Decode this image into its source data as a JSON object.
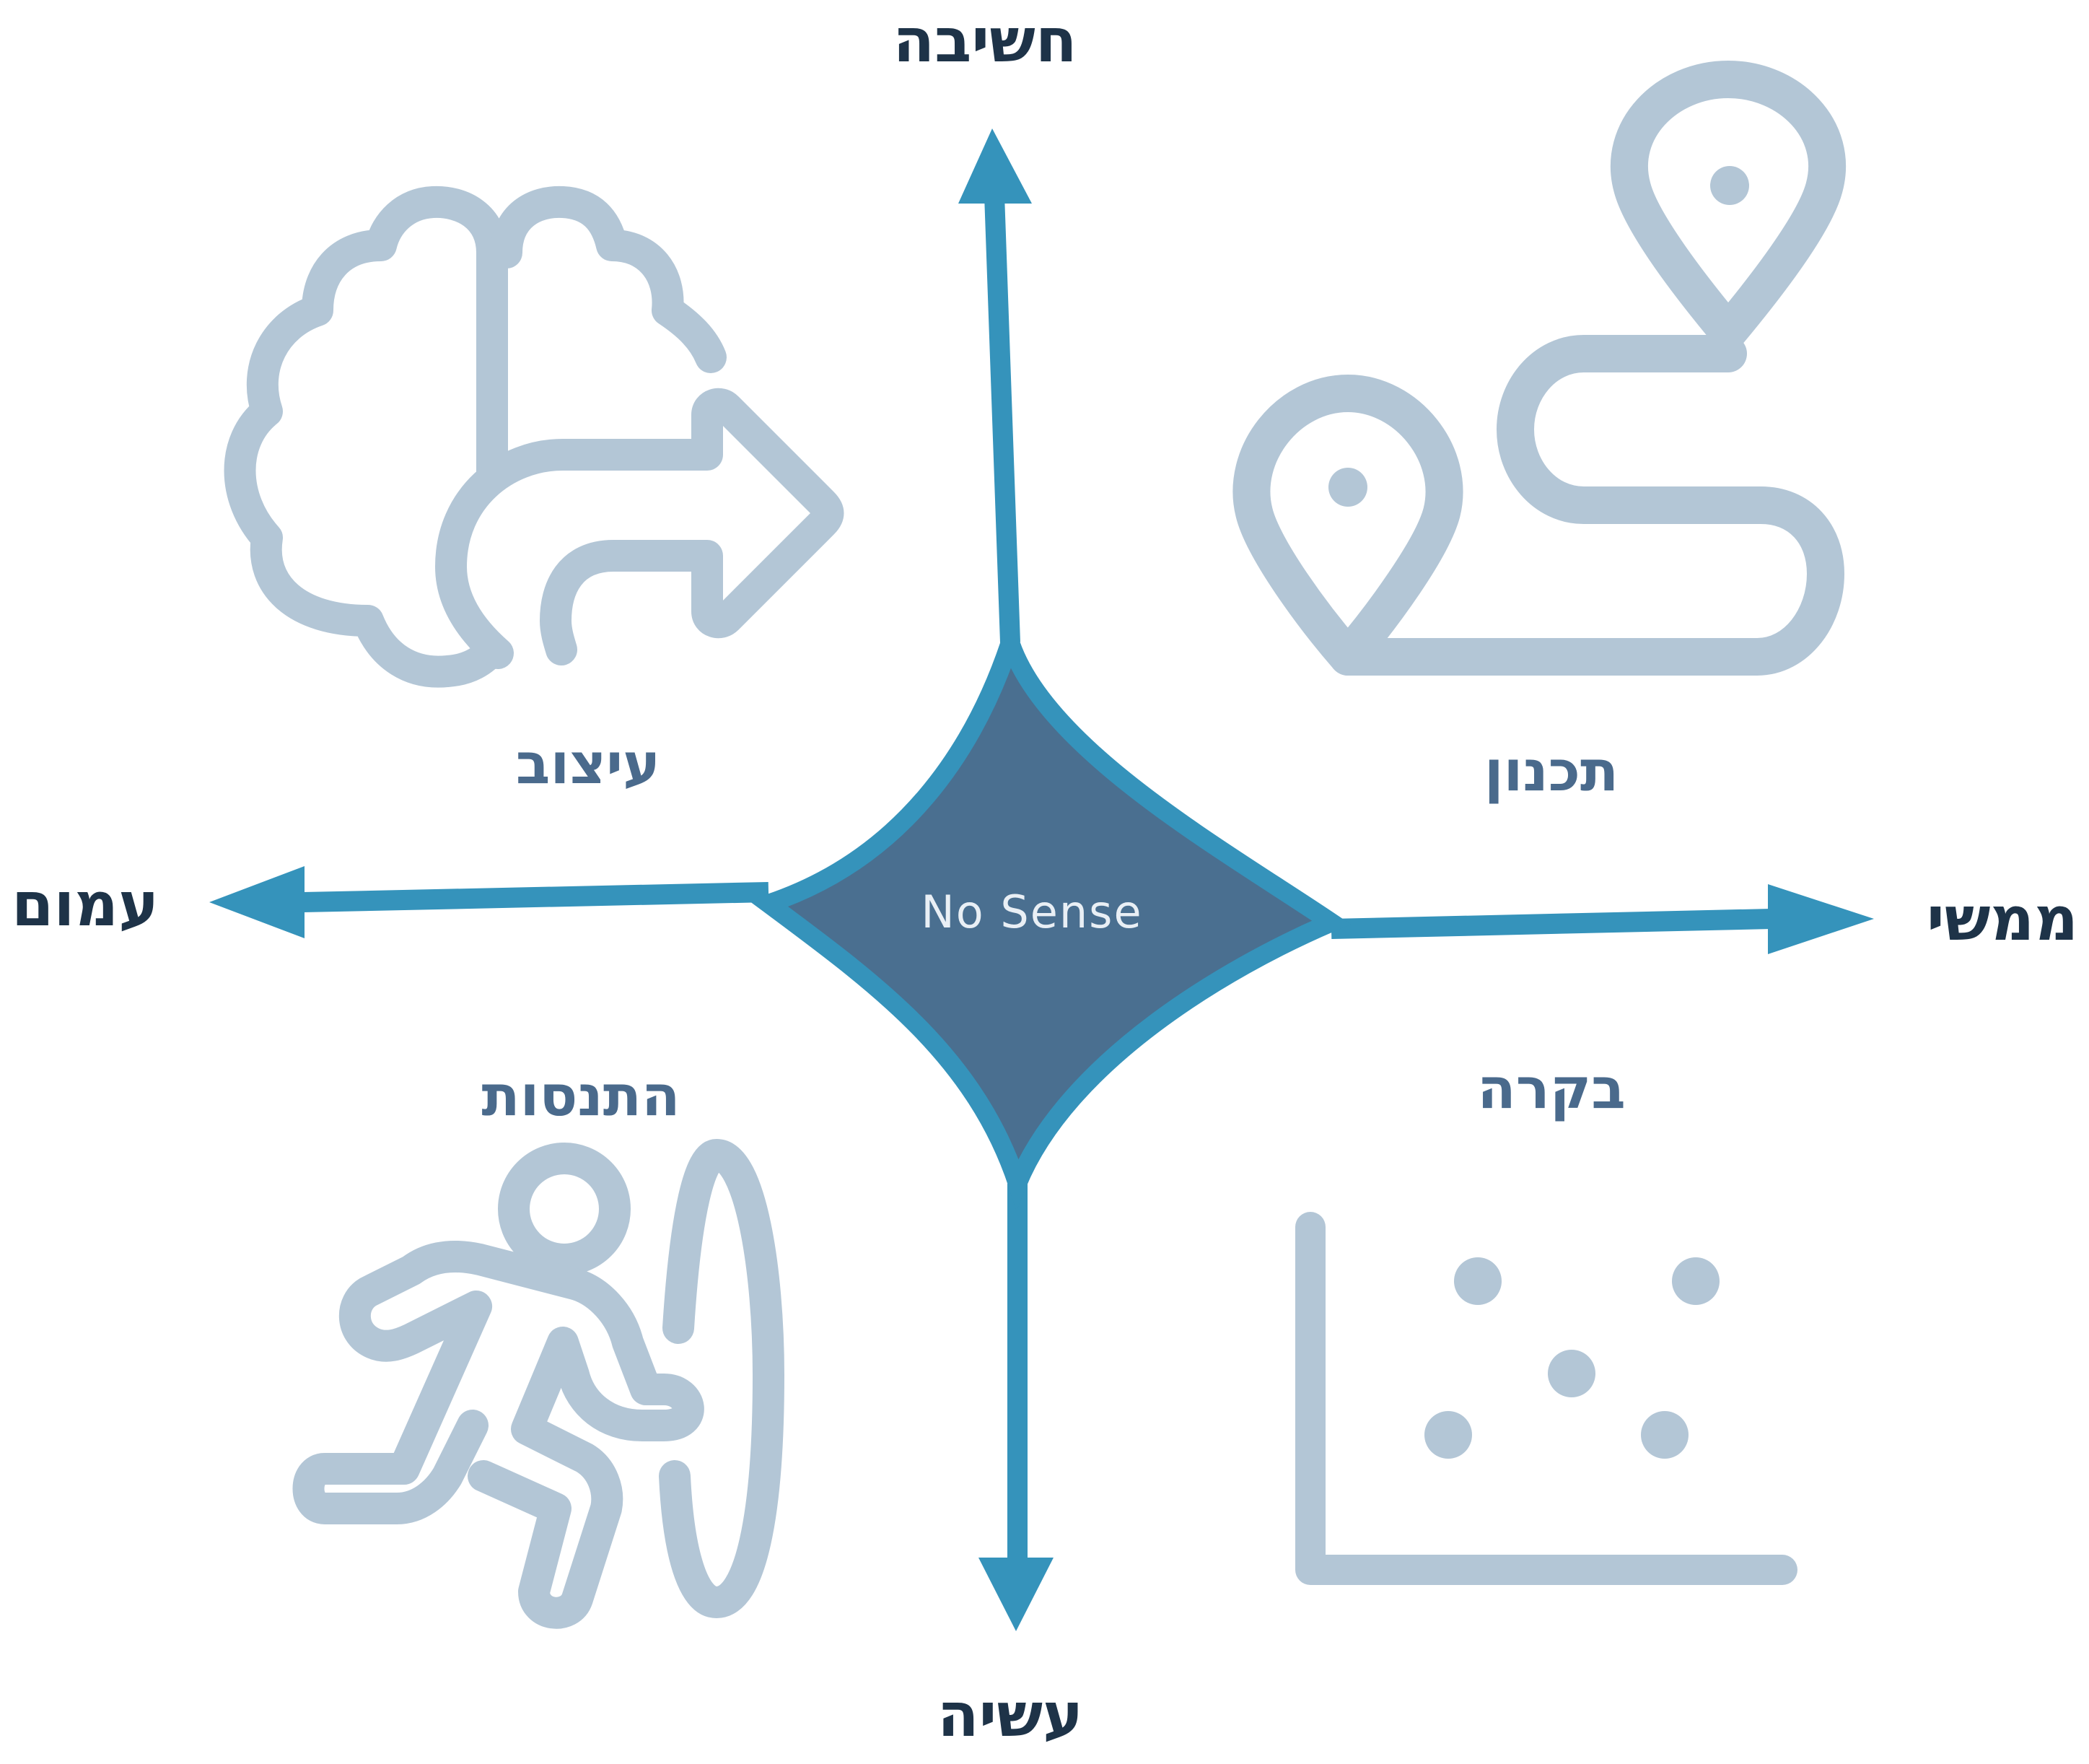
{
  "axes": {
    "top": "חשיבה",
    "bottom": "עשיה",
    "left": "עמום",
    "right": "ממשי"
  },
  "quadrants": {
    "top_left": {
      "label": "עיצוב",
      "icon": "brain-arrow-icon"
    },
    "top_right": {
      "label": "תכנון",
      "icon": "route-map-icon"
    },
    "bottom_left": {
      "label": "התנסות",
      "icon": "person-through-portal-icon"
    },
    "bottom_right": {
      "label": "בקרה",
      "icon": "scatter-plot-icon"
    }
  },
  "center": {
    "label": "No Sense"
  },
  "colors": {
    "axis": "#3593bb",
    "center_fill": "#4a6f90",
    "icon": "#b3c6d6",
    "axis_label": "#1e3348",
    "quadrant_label": "#4a6a8c"
  }
}
